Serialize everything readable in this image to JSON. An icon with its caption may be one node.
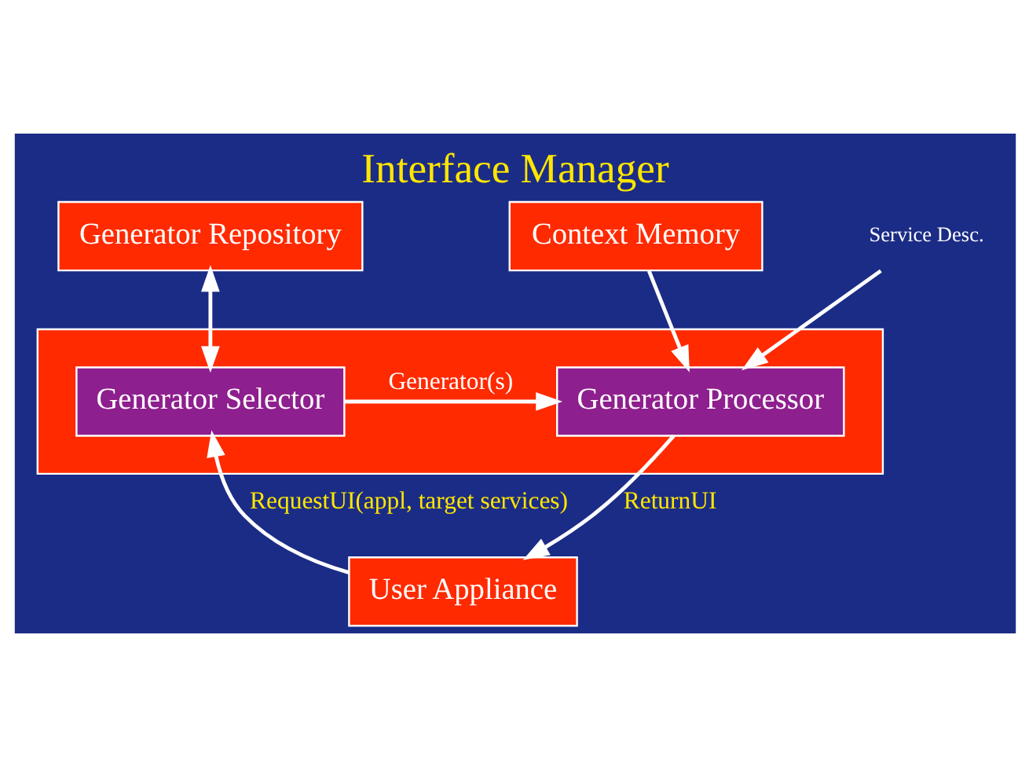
{
  "diagram": {
    "title": "Interface Manager",
    "nodes": [
      {
        "text": [
          "Generator Repository"
        ]
      },
      {
        "text": [
          "Context Memory"
        ]
      },
      {
        "text": [],
        "shape": "box"
      },
      {
        "text": [
          "Generator Selector"
        ],
        "in": 2
      },
      {
        "text": [
          "Generator Processor"
        ],
        "in": 2
      },
      {
        "text": [
          "User Appliance"
        ]
      },
      {
        "text": [
          "Service Desc."
        ]
      }
    ],
    "edges": [
      {
        "from": 0,
        "to": 3,
        "arrow": "both"
      },
      {
        "from": 1,
        "to": 4,
        "arrow": "to"
      },
      {
        "from": 3,
        "to": 4,
        "arrow": "to",
        "label": "Generator(s)"
      },
      {
        "from": 5,
        "to": 3,
        "arrow": "to",
        "label": "RequestUI(appl, target services)"
      },
      {
        "from": 4,
        "to": 5,
        "arrow": "to",
        "label": "ReturnUI"
      },
      {
        "from": 6,
        "to": 4,
        "arrow": "to"
      }
    ]
  }
}
